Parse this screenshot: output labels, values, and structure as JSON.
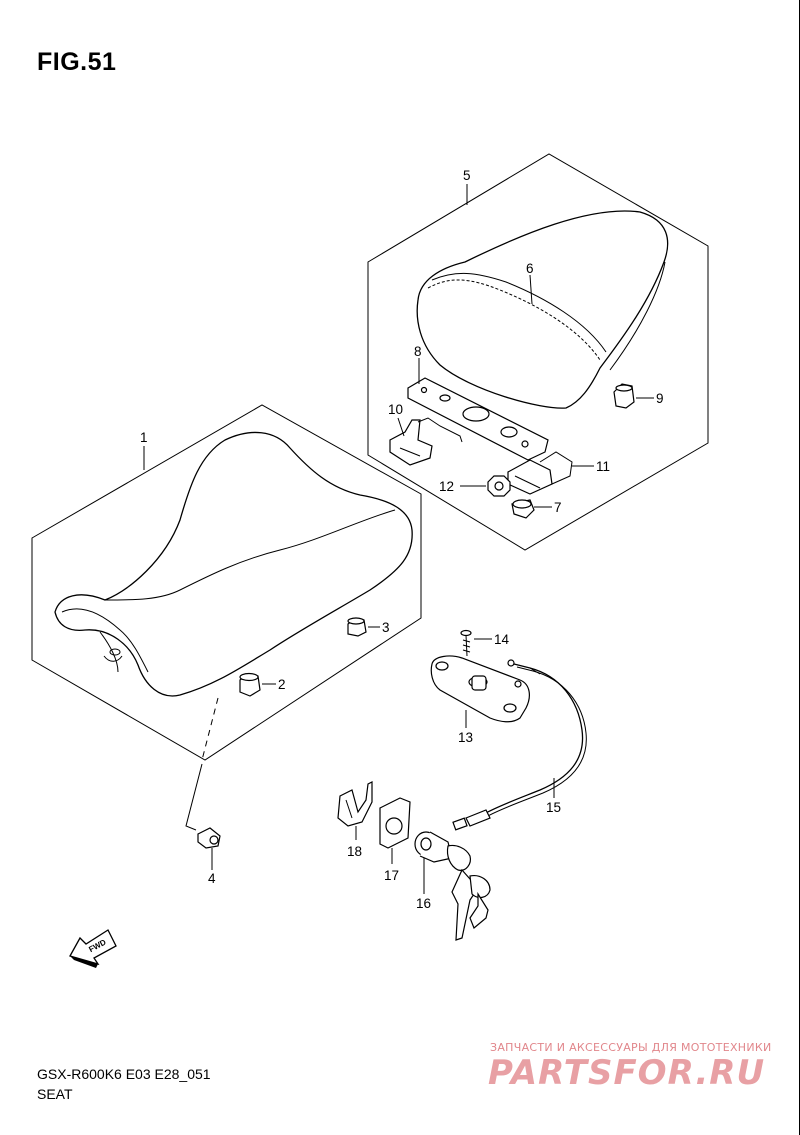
{
  "header": {
    "figure": "FIG.51"
  },
  "footer": {
    "model_code": "GSX-R600K6 E03 E28_051",
    "section": "SEAT"
  },
  "watermark": {
    "tagline": "ЗАПЧАСТИ И АКСЕССУАРЫ ДЛЯ МОТОТЕХНИКИ",
    "logo": "PARTSFOR.RU",
    "color": "#e8a0a4"
  },
  "callouts": {
    "c1": "1",
    "c2": "2",
    "c3": "3",
    "c4": "4",
    "c5": "5",
    "c6": "6",
    "c7": "7",
    "c8": "8",
    "c9": "9",
    "c10": "10",
    "c11": "11",
    "c12": "12",
    "c13": "13",
    "c14": "14",
    "c15": "15",
    "c16": "16",
    "c17": "17",
    "c18": "18"
  },
  "icons": {
    "direction": "FWD"
  }
}
